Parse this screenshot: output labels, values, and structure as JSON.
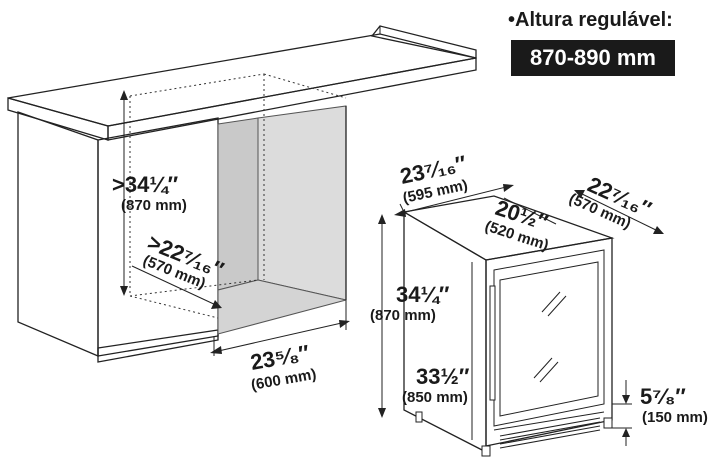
{
  "badge": {
    "title": "•Altura regulável:",
    "value": "870-890 mm"
  },
  "cabinet": {
    "height_in": ">34¼″",
    "height_mm": "(870 mm)",
    "depth_in": ">22⁷⁄₁₆″",
    "depth_mm": "(570 mm)",
    "width_in": "23⁵⁄₈″",
    "width_mm": "(600 mm)"
  },
  "appliance": {
    "width_in": "23⁷⁄₁₆″",
    "width_mm": "(595 mm)",
    "depth_in": "22⁷⁄₁₆″",
    "depth_mm": "(570 mm)",
    "body_depth_in": "20½″",
    "body_depth_mm": "(520 mm)",
    "height_in": "34¼″",
    "height_mm": "(870 mm)",
    "body_height_in": "33½″",
    "body_height_mm": "(850 mm)",
    "base_height_in": "5⁷⁄₈″",
    "base_height_mm": "(150 mm)"
  }
}
